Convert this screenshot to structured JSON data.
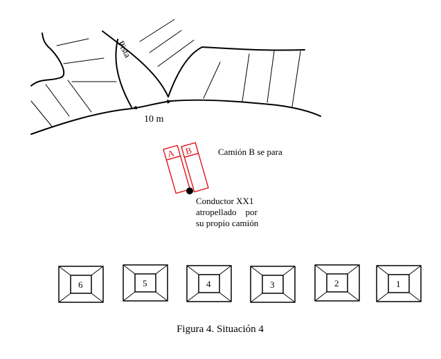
{
  "diagram": {
    "road_label": "Pista",
    "distance_label": "10 m",
    "trucks": [
      {
        "letter": "A",
        "color": "#e0141b"
      },
      {
        "letter": "B",
        "color": "#e0141b"
      }
    ],
    "note_truck_b": "Camión B se para",
    "note_driver": [
      "Conductor XX1",
      "atropellado    por",
      "su propio camión"
    ],
    "bays": [
      "6",
      "5",
      "4",
      "3",
      "2",
      "1"
    ],
    "caption": "Figura 4. Situación 4"
  }
}
